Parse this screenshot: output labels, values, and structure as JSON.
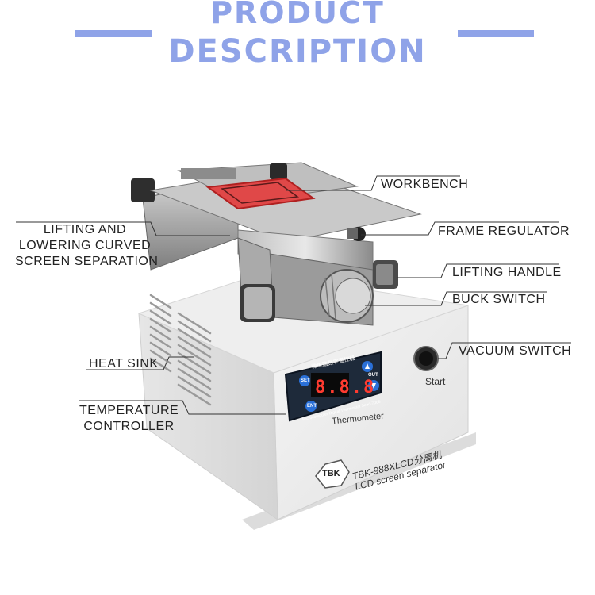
{
  "header": {
    "title_line1": "PRODUCT",
    "title_line2": "DESCRIPTION",
    "accent_color": "#8fa3e8"
  },
  "labels": {
    "workbench": "WORKBENCH",
    "frame_regulator": "FRAME REGULATOR",
    "lifting_lowering_1": "LIFTING AND",
    "lifting_lowering_2": "LOWERING CURVED",
    "lifting_lowering_3": "SCREEN SEPARATION",
    "lifting_handle": "LIFTING HANDLE",
    "buck_switch": "BUCK SWITCH",
    "vacuum_switch": "VACUUM SWITCH",
    "heat_sink": "HEAT SINK",
    "temperature_controller_1": "TEMPERATURE",
    "temperature_controller_2": "CONTROLLER"
  },
  "device": {
    "display_reading": "8.8.8",
    "start_label": "Start",
    "thermometer_label": "Thermometer",
    "model_line1": "TBK-988XLCD分离机",
    "model_line2": "LCD screen separator",
    "brand": "TBK",
    "panel_title": "微电脑数字温控器",
    "panel_subtitle": "Microcomputer Digital Thermostat Seed-7006",
    "btn_set": "SET",
    "btn_ent": "ENT",
    "btn_out": "OUT"
  }
}
